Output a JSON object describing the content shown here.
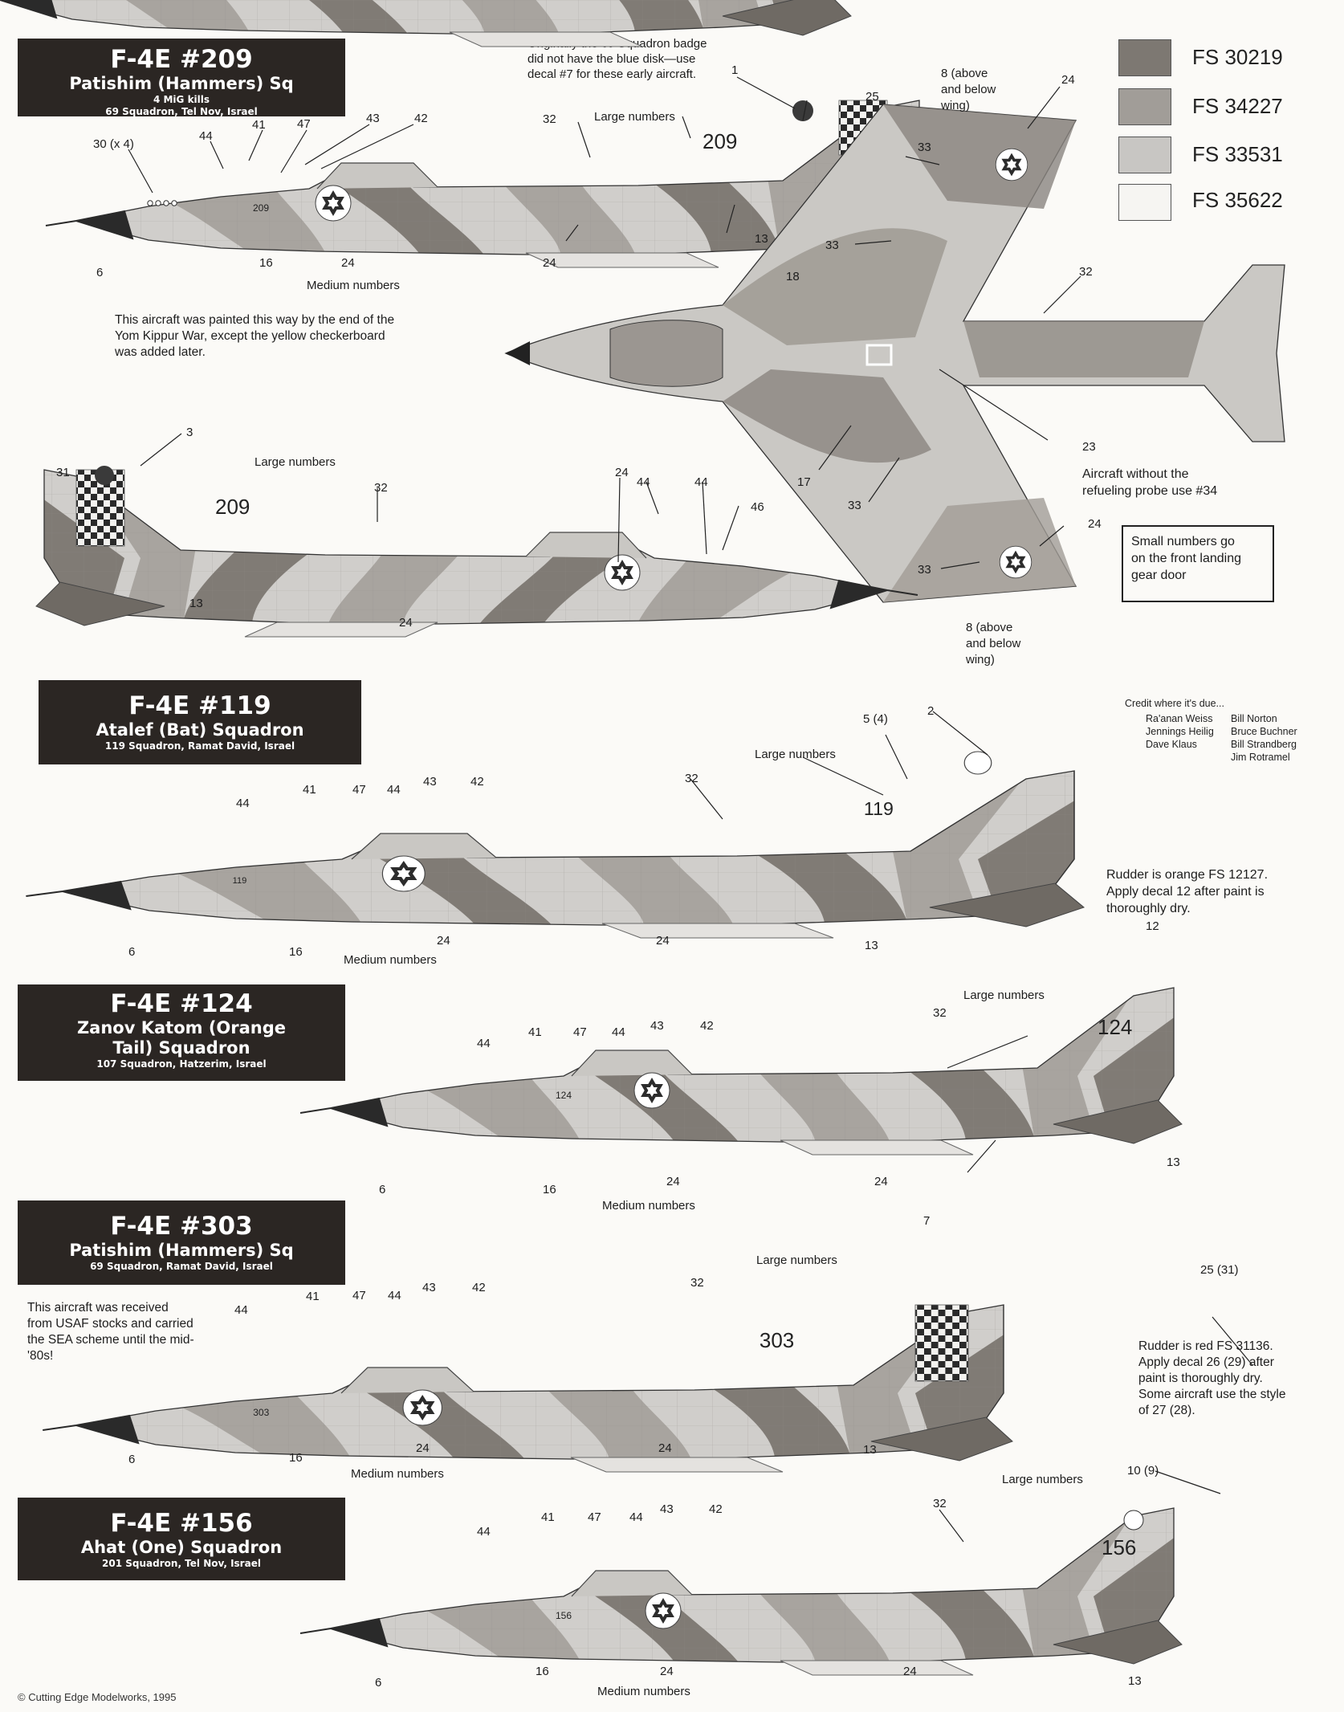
{
  "profiles": [
    {
      "title": "F-4E #209",
      "subtitle": "Patishim (Hammers) Sq",
      "line3": "4 MiG kills",
      "line4": "69 Squadron, Tel Nov, Israel",
      "tail_number": "209",
      "intake_number": "209"
    },
    {
      "title": "F-4E #119",
      "subtitle": "Atalef (Bat) Squadron",
      "line3": "119 Squadron, Ramat David, Israel",
      "tail_number": "119",
      "intake_number": "119"
    },
    {
      "title": "F-4E #124",
      "subtitle": "Zanov Katom (Orange Tail) Squadron",
      "line3": "107 Squadron, Hatzerim, Israel",
      "tail_number": "124",
      "intake_number": "124"
    },
    {
      "title": "F-4E #303",
      "subtitle": "Patishim (Hammers) Sq",
      "line3": "69 Squadron, Ramat David, Israel",
      "tail_number": "303",
      "intake_number": "303"
    },
    {
      "title": "F-4E #156",
      "subtitle": "Ahat (One) Squadron",
      "line3": "201 Squadron, Tel Nov, Israel",
      "tail_number": "156",
      "intake_number": "156"
    }
  ],
  "color_key": [
    {
      "label": "FS 30219",
      "color": "#7d7872"
    },
    {
      "label": "FS 34227",
      "color": "#a19d98"
    },
    {
      "label": "FS 33531",
      "color": "#c8c6c3"
    },
    {
      "label": "FS 35622",
      "color": "#f6f5f2"
    }
  ],
  "notes": {
    "badge_note": "Originally the 69 Squadron badge\ndid not have the blue disk—use\ndecal #7 for these early aircraft.",
    "painted_note": "This aircraft was painted this way by the end of the\nYom Kippur War, except the yellow checkerboard\nwas added later.",
    "probe_note": "Aircraft without the\nrefueling probe use #34",
    "small_numbers": "Small numbers  go\non the front landing\ngear door",
    "rudder_orange": "Rudder is orange FS 12127.\nApply decal 12 after paint is\nthoroughly dry.",
    "usaf_note": "This aircraft was received\nfrom USAF stocks and carried\nthe SEA scheme until the mid-\n'80s!",
    "rudder_red": "Rudder is red FS 31136.\nApply decal 26 (29) after\npaint is thoroughly dry.\nSome aircraft use the style\nof 27 (28)."
  },
  "credits": {
    "heading": "Credit where it's due...",
    "col1": "Ra'anan Weiss\nJennings Heilig\nDave Klaus",
    "col2": "Bill Norton\nBruce Buchner\nBill Strandberg\nJim Rotramel"
  },
  "labels": {
    "large_numbers": "Large numbers",
    "medium_numbers": "Medium numbers",
    "above_below_1": "8 (above\nand below\nwing)",
    "above_below_2": "8 (above\nand below\nwing)"
  },
  "callouts": {
    "p1": [
      "30 (x 4)",
      "44",
      "41",
      "47",
      "43",
      "42",
      "6",
      "16",
      "24",
      "32",
      "1",
      "25",
      "13",
      "24"
    ],
    "top": [
      "8 (above",
      "24",
      "33",
      "33",
      "18",
      "32",
      "23",
      "17",
      "33",
      "24",
      "33"
    ],
    "left": [
      "3",
      "31",
      "32",
      "24",
      "44",
      "44",
      "46",
      "13",
      "24"
    ],
    "p2": [
      "44",
      "41",
      "47",
      "44",
      "43",
      "42",
      "32",
      "5 (4)",
      "2",
      "6",
      "16",
      "24",
      "24",
      "13"
    ],
    "p3": [
      "12",
      "44",
      "41",
      "47",
      "44",
      "43",
      "42",
      "32",
      "6",
      "16",
      "24",
      "24",
      "13"
    ],
    "p4": [
      "7",
      "25 (31)",
      "44",
      "41",
      "47",
      "44",
      "43",
      "42",
      "32",
      "6",
      "16",
      "24",
      "24",
      "13"
    ],
    "p5": [
      "10 (9)",
      "44",
      "41",
      "47",
      "44",
      "43",
      "42",
      "32",
      "6",
      "16",
      "24",
      "24",
      "13"
    ]
  },
  "copyright": "© Cutting Edge Modelworks, 1995"
}
